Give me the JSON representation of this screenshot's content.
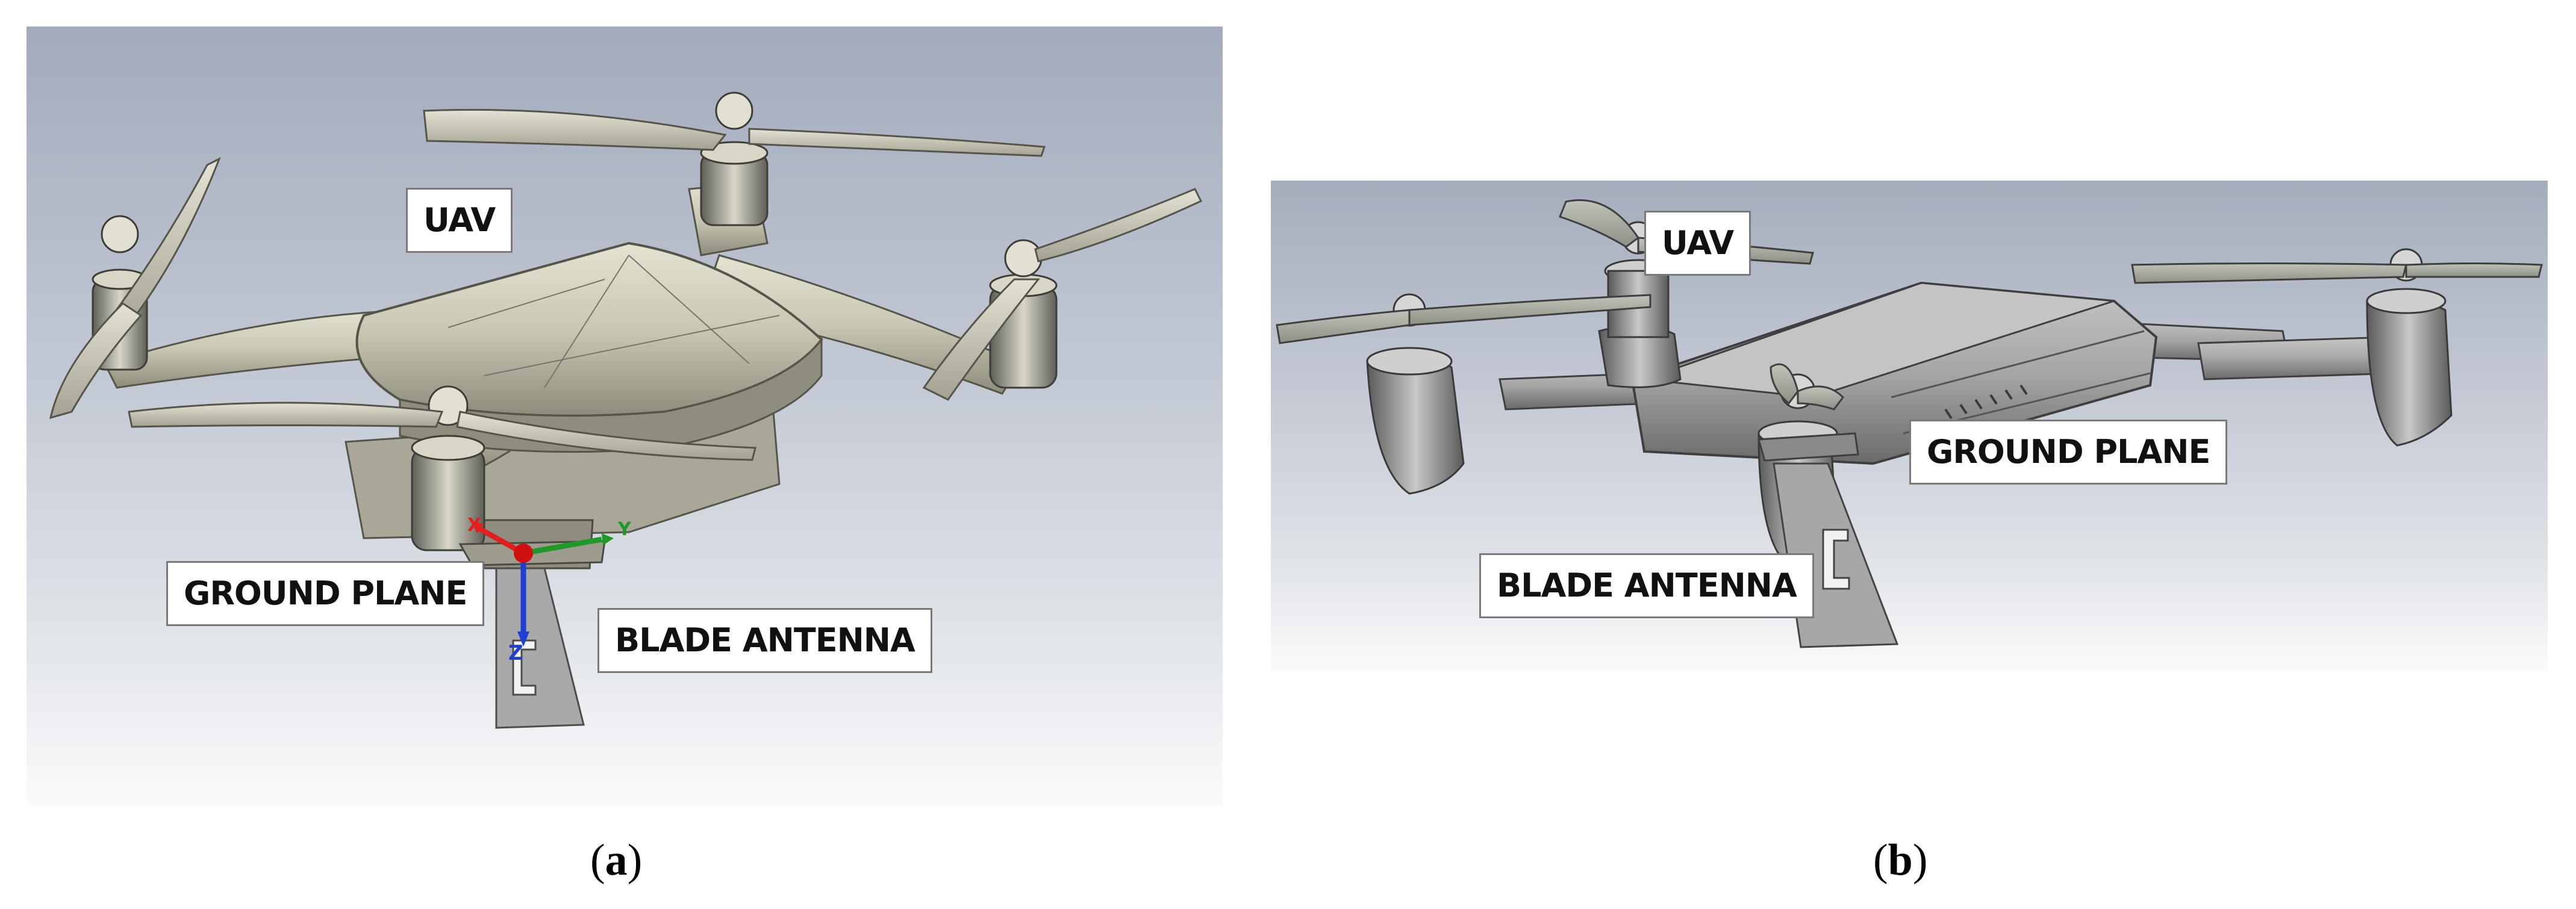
{
  "figure": {
    "panel_a": {
      "labels": {
        "uav": "UAV",
        "ground_plane": "GROUND PLANE",
        "blade_antenna": "BLADE ANTENNA"
      },
      "axes": {
        "x": "X",
        "y": "Y",
        "z": "Z"
      },
      "caption_letter": "a"
    },
    "panel_b": {
      "labels": {
        "uav": "UAV",
        "ground_plane": "GROUND PLANE",
        "blade_antenna": "BLADE ANTENNA"
      },
      "caption_letter": "b"
    }
  },
  "colors": {
    "axis_x": "#e02020",
    "axis_y": "#1f9a2a",
    "axis_z": "#1f3fd0",
    "drone_body_a": "#c9c8b4",
    "drone_body_b": "#a6a6a6"
  }
}
